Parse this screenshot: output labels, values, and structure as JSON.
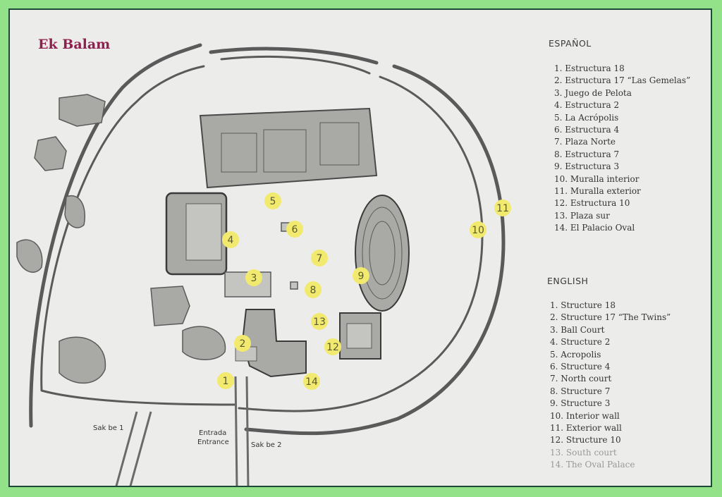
{
  "title": "Ek Balam",
  "legend_es": {
    "heading": "ESPAÑOL",
    "items": [
      "1. Estructura 18",
      "2. Estructura 17 “Las Gemelas”",
      "3. Juego de Pelota",
      "4. Estructura 2",
      "5. La Acrópolis",
      "6. Estructura 4",
      "7. Plaza Norte",
      "8. Estructura 7",
      "9. Estructura 3",
      "10. Muralla interior",
      "11. Muralla exterior",
      "12. Estructura 10",
      "13. Plaza sur",
      "14. El Palacio Oval"
    ]
  },
  "legend_en": {
    "heading": "ENGLISH",
    "items": [
      "1. Structure 18",
      "2. Structure 17 “The Twins”",
      "3. Ball Court",
      "4. Structure 2",
      "5. Acropolis",
      "6. Structure 4",
      "7. North court",
      "8. Structure 7",
      "9. Structure 3",
      "10. Interior wall",
      "11. Exterior wall",
      "12. Structure 10",
      "13. South court",
      "14. The Oval Palace"
    ]
  },
  "map_labels": {
    "sakbe1": "Sak be 1",
    "sakbe2": "Sak be 2",
    "entrance_es": "Entrada",
    "entrance_en": "Entrance"
  },
  "markers": [
    "1",
    "2",
    "3",
    "4",
    "5",
    "6",
    "7",
    "8",
    "9",
    "10",
    "11",
    "12",
    "13",
    "14"
  ],
  "colors": {
    "marker": "#f2ea6e",
    "walls": "#5a5a5a",
    "structure_fill": "#a9a9a6",
    "title": "#8e1f4f",
    "frame": "#93e28a"
  }
}
